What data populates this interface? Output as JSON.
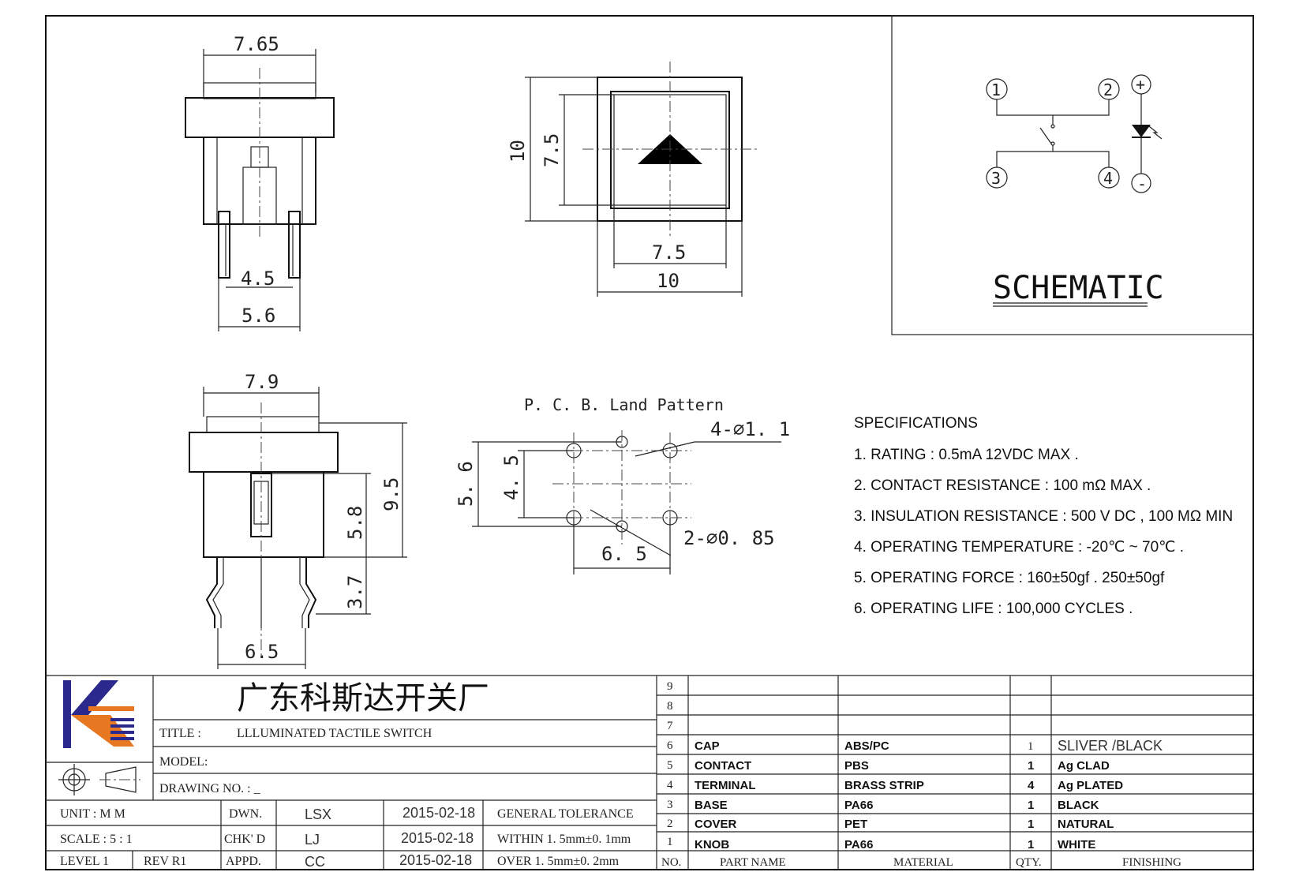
{
  "drawing": {
    "top_view": {
      "width": "7.65",
      "pin_inner": "4.5",
      "pin_outer": "5.6"
    },
    "front_view": {
      "outer_h": "10",
      "inner_h": "7.5",
      "inner_w": "7.5",
      "outer_w": "10"
    },
    "side_view": {
      "width": "7.9",
      "height": "9.5",
      "plunger": "5.8",
      "pin_len": "3.7",
      "pitch": "6.5"
    },
    "pcb": {
      "title": "P. C. B. Land Pattern",
      "holes_large": "4-⌀1. 1",
      "holes_small": "2-⌀0. 85",
      "height_outer": "5. 6",
      "height_inner": "4. 5",
      "pitch": "6. 5"
    }
  },
  "schematic": {
    "title": "SCHEMATIC",
    "pins": [
      "1",
      "2",
      "3",
      "4"
    ],
    "led_plus": "+",
    "led_minus": "-"
  },
  "specifications": {
    "heading": "SPECIFICATIONS",
    "items": [
      "1. RATING : 0.5mA 12VDC MAX .",
      "2. CONTACT RESISTANCE : 100 mΩ MAX .",
      "3. INSULATION RESISTANCE : 500 V DC , 100 MΩ MIN",
      "4. OPERATING TEMPERATURE : -20℃ ~ 70℃ .",
      "5. OPERATING FORCE : 160±50gf . 250±50gf",
      "6. OPERATING LIFE : 100,000 CYCLES ."
    ]
  },
  "title_block": {
    "company": "广东科斯达开关厂",
    "title_label": "TITLE :",
    "title_value": "LLLUMINATED TACTILE SWITCH",
    "model_label": "MODEL:",
    "drawing_no_label": "DRAWING NO. : _",
    "rows": [
      {
        "a": "UNIT   :   M M",
        "role": "DWN.",
        "name": "LSX",
        "date": "2015-02-18",
        "tol": "GENERAL TOLERANCE"
      },
      {
        "a": "SCALE  :   5 : 1",
        "role": "CHK' D",
        "name": "LJ",
        "date": "2015-02-18",
        "tol": "WITHIN  1. 5mm±0. 1mm"
      },
      {
        "a": "LEVEL 1",
        "rev": "REV  R1",
        "role": "APPD.",
        "name": "CC",
        "date": "2015-02-18",
        "tol": "OVER    1. 5mm±0. 2mm"
      }
    ]
  },
  "bom": {
    "headers": [
      "NO.",
      "PART  NAME",
      "MATERIAL",
      "QTY.",
      "FINISHING"
    ],
    "rows": [
      {
        "no": "9",
        "part": "",
        "material": "",
        "qty": "",
        "finish": ""
      },
      {
        "no": "8",
        "part": "",
        "material": "",
        "qty": "",
        "finish": ""
      },
      {
        "no": "7",
        "part": "",
        "material": "",
        "qty": "",
        "finish": ""
      },
      {
        "no": "6",
        "part": "CAP",
        "material": "ABS/PC",
        "qty": "1",
        "finish": "SLIVER /BLACK"
      },
      {
        "no": "5",
        "part": "CONTACT",
        "material": "PBS",
        "qty": "1",
        "finish": "Ag CLAD"
      },
      {
        "no": "4",
        "part": "TERMINAL",
        "material": "BRASS STRIP",
        "qty": "4",
        "finish": "Ag PLATED"
      },
      {
        "no": "3",
        "part": "BASE",
        "material": "PA66",
        "qty": "1",
        "finish": "BLACK"
      },
      {
        "no": "2",
        "part": "COVER",
        "material": "PET",
        "qty": "1",
        "finish": "NATURAL"
      },
      {
        "no": "1",
        "part": "KNOB",
        "material": "PA66",
        "qty": "1",
        "finish": "WHITE"
      }
    ]
  }
}
